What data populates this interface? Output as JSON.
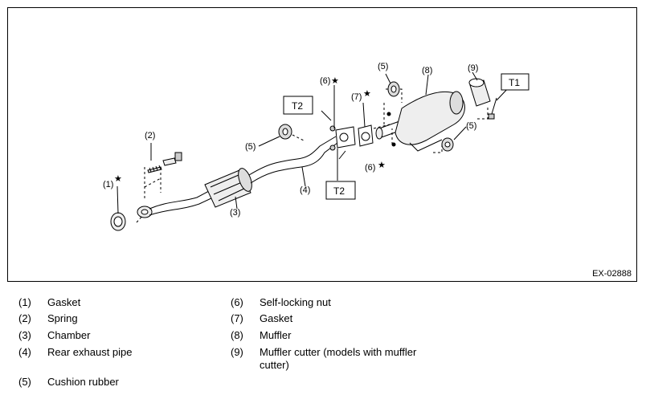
{
  "figure": {
    "code": "EX-02888",
    "callouts": [
      "(1)",
      "(2)",
      "(3)",
      "(4)",
      "(5)",
      "(5)",
      "(6)",
      "(6)",
      "(7)",
      "(8)",
      "(9)",
      "(5)"
    ],
    "star_symbol": "★",
    "torque_labels": [
      "T2",
      "T2",
      "T1"
    ]
  },
  "legend": [
    {
      "num": "(1)",
      "text": "Gasket"
    },
    {
      "num": "(2)",
      "text": "Spring"
    },
    {
      "num": "(3)",
      "text": "Chamber"
    },
    {
      "num": "(4)",
      "text": "Rear exhaust pipe"
    },
    {
      "num": "(5)",
      "text": "Cushion rubber"
    },
    {
      "num": "(6)",
      "text": "Self-locking nut"
    },
    {
      "num": "(7)",
      "text": "Gasket"
    },
    {
      "num": "(8)",
      "text": "Muffler"
    },
    {
      "num": "(9)",
      "text": "Muffler cutter (models with muffler cutter)"
    }
  ]
}
